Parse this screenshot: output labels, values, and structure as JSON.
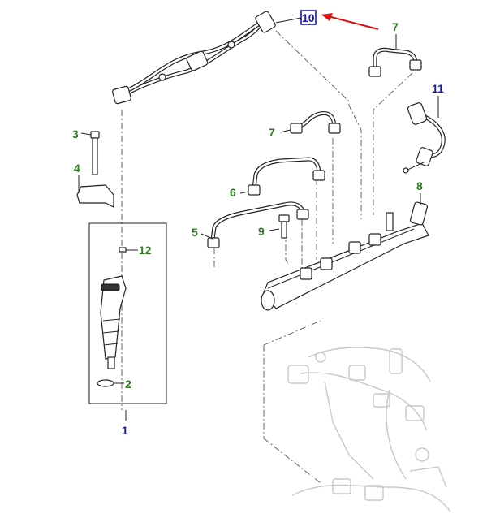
{
  "callouts": {
    "c1": "1",
    "c2": "2",
    "c3": "3",
    "c4": "4",
    "c5": "5",
    "c6": "6",
    "c7a": "7",
    "c7b": "7",
    "c8": "8",
    "c9": "9",
    "c10": "10",
    "c11": "11",
    "c12": "12"
  },
  "colors": {
    "callout_green": "#2e7d1e",
    "callout_blue": "#1a1aa8",
    "highlight_box": "#1a1aa8",
    "arrow_red": "#e01010"
  }
}
